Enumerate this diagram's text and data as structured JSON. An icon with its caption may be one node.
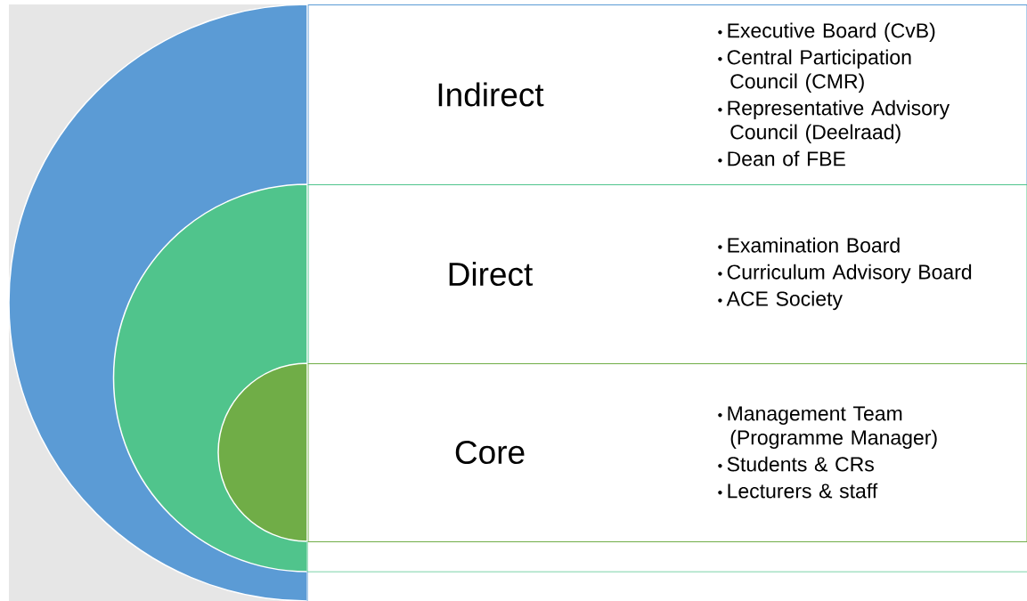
{
  "diagram": {
    "nodes": [
      {
        "text": [
          "Indirect",
          "Executive Board (CvB)",
          "Central Participation Council (CMR)",
          "Representative Advisory Council (Deelraad)",
          "Dean of FBE"
        ]
      },
      {
        "text": [
          "Direct",
          "Examination Board",
          "Curriculum Advisory Board",
          "ACE Society"
        ]
      },
      {
        "text": [
          "Core",
          "Management Team (Programme Manager)",
          "Students & CRs",
          "Lecturers & staff"
        ]
      }
    ]
  }
}
